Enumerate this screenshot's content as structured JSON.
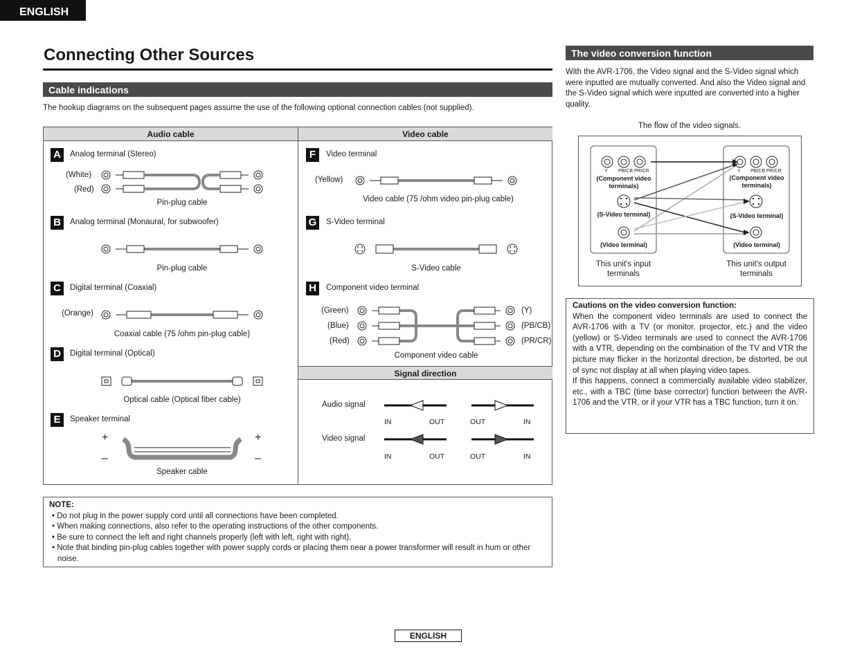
{
  "header": {
    "language_tab": "ENGLISH",
    "title": "Connecting Other Sources"
  },
  "cable_section": {
    "heading": "Cable indications",
    "intro": "The hookup diagrams on the subsequent pages assume the use of the following optional connection cables (not supplied).",
    "audio_head": "Audio cable",
    "video_head": "Video cable",
    "items": [
      {
        "letter": "A",
        "title": "Analog terminal (Stereo)",
        "labels": [
          "(White)",
          "(Red)"
        ],
        "caption": "Pin-plug cable"
      },
      {
        "letter": "B",
        "title": "Analog terminal (Monaural, for subwoofer)",
        "caption": "Pin-plug cable"
      },
      {
        "letter": "C",
        "title": "Digital terminal (Coaxial)",
        "labels": [
          "(Orange)"
        ],
        "caption": "Coaxial cable (75   /ohm pin-plug cable)"
      },
      {
        "letter": "D",
        "title": "Digital terminal (Optical)",
        "caption": "Optical cable (Optical fiber cable)"
      },
      {
        "letter": "E",
        "title": "Speaker terminal",
        "caption": "Speaker cable",
        "plus": "+",
        "minus": "–"
      },
      {
        "letter": "F",
        "title": "Video terminal",
        "labels": [
          "(Yellow)"
        ],
        "caption": "Video cable (75   /ohm video pin-plug cable)"
      },
      {
        "letter": "G",
        "title": "S-Video terminal",
        "caption": "S-Video cable"
      },
      {
        "letter": "H",
        "title": "Component video terminal",
        "labels": [
          "(Green)",
          "(Blue)",
          "(Red)",
          "(Y)",
          "(PB/CB)",
          "(PR/CR)"
        ],
        "caption": "Component video cable"
      }
    ],
    "signal": {
      "head": "Signal direction",
      "audio": "Audio signal",
      "video": "Video signal",
      "in": "IN",
      "out": "OUT"
    }
  },
  "note": {
    "heading": "NOTE:",
    "items": [
      "Do not plug in the power supply cord until all connections have been completed.",
      "When making connections, also refer to the operating instructions of the other components.",
      "Be sure to connect the left and right channels properly (left with left, right with right).",
      "Note that binding pin-plug cables together with power supply cords or placing them near a power transformer will result in hum or other noise."
    ]
  },
  "conversion": {
    "heading": "The video conversion function",
    "text": "With the AVR-1706, the Video signal and the S-Video signal which were inputted are mutually converted. And also the Video signal and the S-Video signal which were inputted are converted into a higher quality.",
    "flow_caption": "The flow of the video signals.",
    "jack_labels": [
      "Y",
      "PB/CB",
      "PR/CR"
    ],
    "component_label": "(Component video terminals)",
    "svideo_label": "(S-Video terminal)",
    "video_label": "(Video terminal)",
    "input_caption": "This unit's input terminals",
    "output_caption": "This unit's output terminals",
    "caution_heading": "Cautions on the video conversion function:",
    "caution_p1": "When the component video terminals are used to connect the AVR-1706 with a TV (or monitor, projector, etc.) and the video (yellow) or S-Video terminals are used to connect the AVR-1706 with a VTR, depending on the combination of the TV and VTR the picture may flicker in the horizontal direction, be distorted, be out of sync not display at all when playing video tapes.",
    "caution_p2": "If this happens, connect a commercially available video stabilizer, etc., with a TBC (time base corrector) function between the AVR-1706 and the VTR, or if your VTR has a TBC function, turn it on."
  },
  "footer": {
    "language": "ENGLISH"
  }
}
